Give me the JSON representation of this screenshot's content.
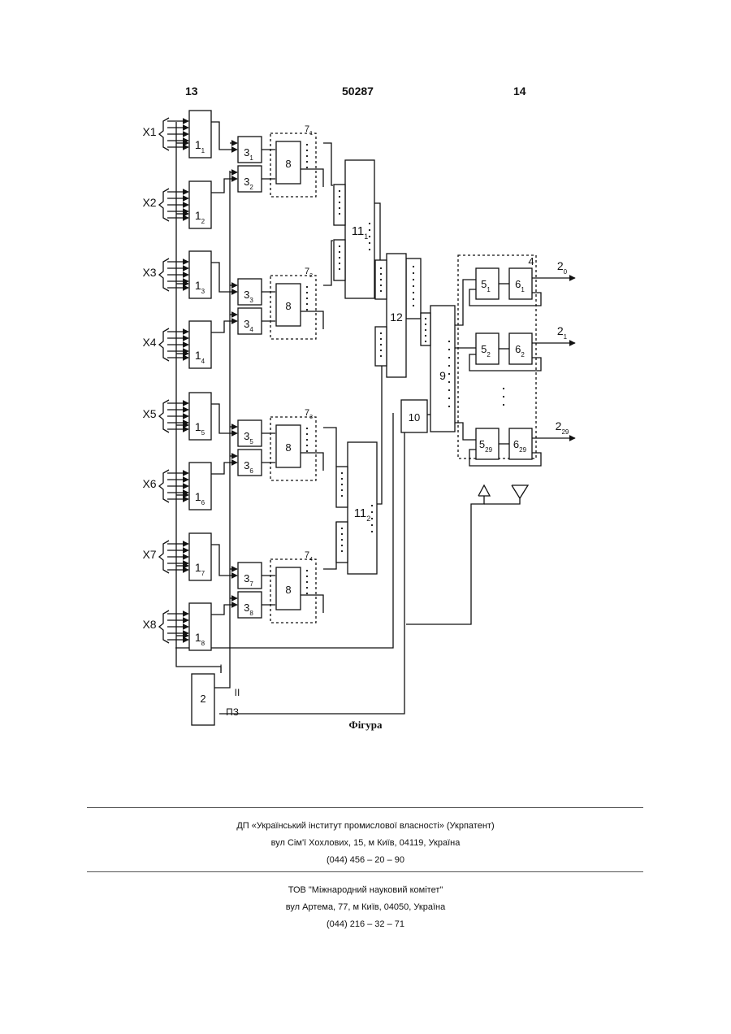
{
  "header": {
    "left_page": "13",
    "patent_number": "50287",
    "right_page": "14"
  },
  "inputs": [
    "X1",
    "X2",
    "X3",
    "X4",
    "X5",
    "X6",
    "X7",
    "X8"
  ],
  "blocks": {
    "b1": [
      [
        "1",
        "1"
      ],
      [
        "1",
        "2"
      ],
      [
        "1",
        "3"
      ],
      [
        "1",
        "4"
      ],
      [
        "1",
        "5"
      ],
      [
        "1",
        "6"
      ],
      [
        "1",
        "7"
      ],
      [
        "1",
        "8"
      ]
    ],
    "b3": [
      [
        "3",
        "1"
      ],
      [
        "3",
        "2"
      ],
      [
        "3",
        "3"
      ],
      [
        "3",
        "4"
      ],
      [
        "3",
        "5"
      ],
      [
        "3",
        "6"
      ],
      [
        "3",
        "7"
      ],
      [
        "3",
        "8"
      ]
    ],
    "b8": [
      "8",
      "8",
      "8",
      "8"
    ],
    "b7": [
      [
        "7",
        "1"
      ],
      [
        "7",
        "2"
      ],
      [
        "7",
        "3"
      ],
      [
        "7",
        "4"
      ]
    ],
    "b11": [
      [
        "11",
        "1"
      ],
      [
        "11",
        "2"
      ]
    ],
    "b12": "12",
    "b9": "9",
    "b10": "10",
    "b2": "2",
    "b4": "4",
    "b5": [
      [
        "5",
        "1"
      ],
      [
        "5",
        "2"
      ],
      [
        "5",
        "29"
      ]
    ],
    "b6": [
      [
        "6",
        "1"
      ],
      [
        "6",
        "2"
      ],
      [
        "6",
        "29"
      ]
    ],
    "outputs": [
      [
        "2",
        "0"
      ],
      [
        "2",
        "1"
      ],
      [
        "2",
        "29"
      ]
    ]
  },
  "signals": {
    "s1": "I",
    "s2": "II",
    "s3": "ПЗ"
  },
  "caption": "Фігура",
  "footer": {
    "org1": {
      "name": "ДП «Український інститут промислової власності» (Укрпатент)",
      "address": "вул Сім'ї Хохлових, 15, м Київ, 04119, Україна",
      "phone": "(044) 456 – 20 – 90"
    },
    "org2": {
      "name": "ТОВ \"Міжнародний науковий комітет\"",
      "address": "вул Артема, 77, м Київ, 04050, Україна",
      "phone": "(044) 216 – 32 – 71"
    }
  }
}
